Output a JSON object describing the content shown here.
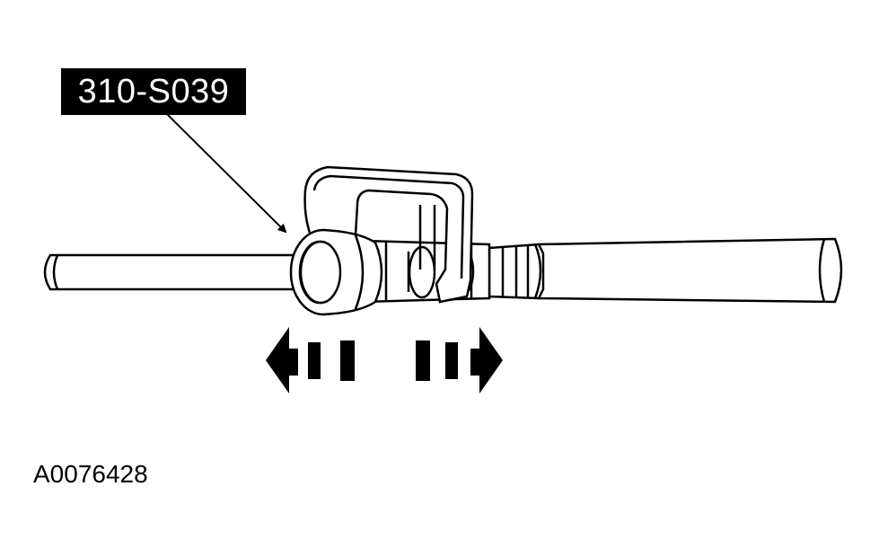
{
  "diagram": {
    "tool_label": "310-S039",
    "figure_id": "A0076428",
    "colors": {
      "line": "#000000",
      "fill": "#ffffff",
      "label_bg": "#000000",
      "label_text": "#ffffff"
    }
  },
  "icons": {
    "tool": "spring-lock-disconnect-tool",
    "direction": "push-pull-arrows"
  }
}
